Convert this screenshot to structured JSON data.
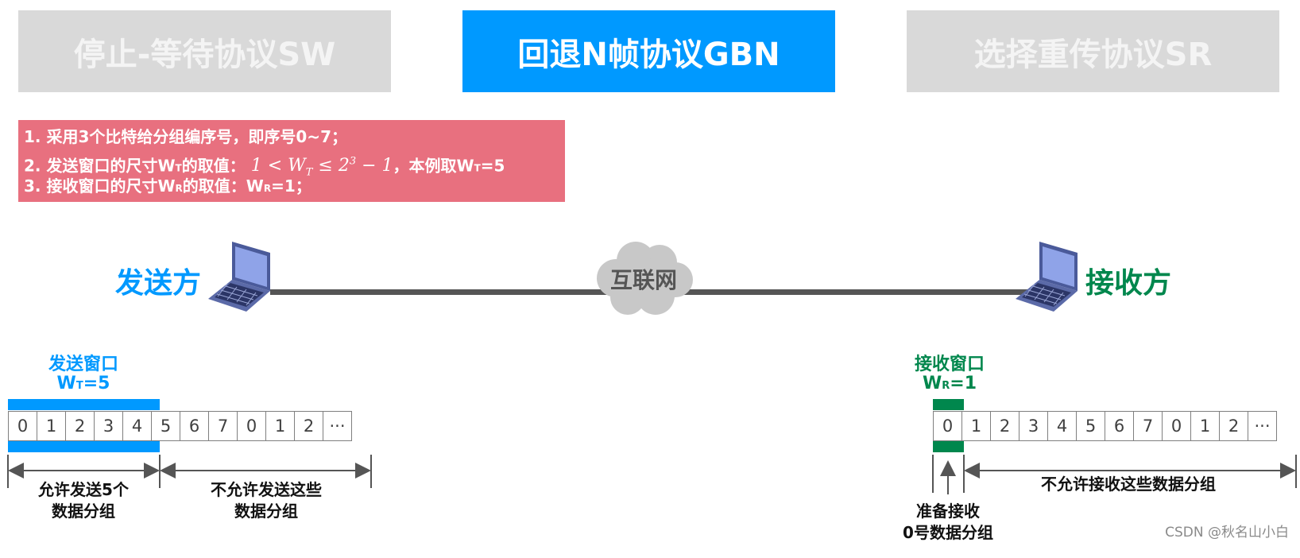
{
  "tabs": {
    "sw": "停止-等待协议SW",
    "gbn": "回退N帧协议GBN",
    "sr": "选择重传协议SR"
  },
  "notes": {
    "line1": "1. 采用3个比特给分组编序号，即序号0~7；",
    "line2_prefix": "2. 发送窗口的尺寸W",
    "line2_sub": "T",
    "line2_mid": "的取值：",
    "line2_formula_a": "1 < W",
    "line2_formula_sub": "T",
    "line2_formula_b": " ≤ 2",
    "line2_formula_sup": "3",
    "line2_formula_c": " − 1",
    "line2_suffix": "，本例取W",
    "line2_suffix_sub": "T",
    "line2_suffix_val": "=5",
    "line3_prefix": "3. 接收窗口的尺寸W",
    "line3_sub": "R",
    "line3_mid": "的取值：W",
    "line3_sub2": "R",
    "line3_val": "=1；"
  },
  "network": {
    "sender": "发送方",
    "receiver": "接收方",
    "internet": "互联网"
  },
  "sender_window": {
    "title": "发送窗口",
    "w_label": "W",
    "w_sub": "T",
    "w_val": "=5",
    "cells": [
      "0",
      "1",
      "2",
      "3",
      "4",
      "5",
      "6",
      "7",
      "0",
      "1",
      "2",
      "···"
    ],
    "allowed_line1": "允许发送5个",
    "allowed_line2": "数据分组",
    "denied_line1": "不允许发送这些",
    "denied_line2": "数据分组"
  },
  "receiver_window": {
    "title": "接收窗口",
    "w_label": "W",
    "w_sub": "R",
    "w_val": "=1",
    "cells": [
      "0",
      "1",
      "2",
      "3",
      "4",
      "5",
      "6",
      "7",
      "0",
      "1",
      "2",
      "···"
    ],
    "denied": "不允许接收这些数据分组",
    "ready_line1": "准备接收",
    "ready_line2": "0号数据分组"
  },
  "watermark": "CSDN @秋名山小白",
  "colors": {
    "active_tab": "#0099ff",
    "inactive_tab": "#d9d9d9",
    "note_bg": "#e8707f",
    "sender": "#0099ff",
    "receiver": "#00874d"
  }
}
